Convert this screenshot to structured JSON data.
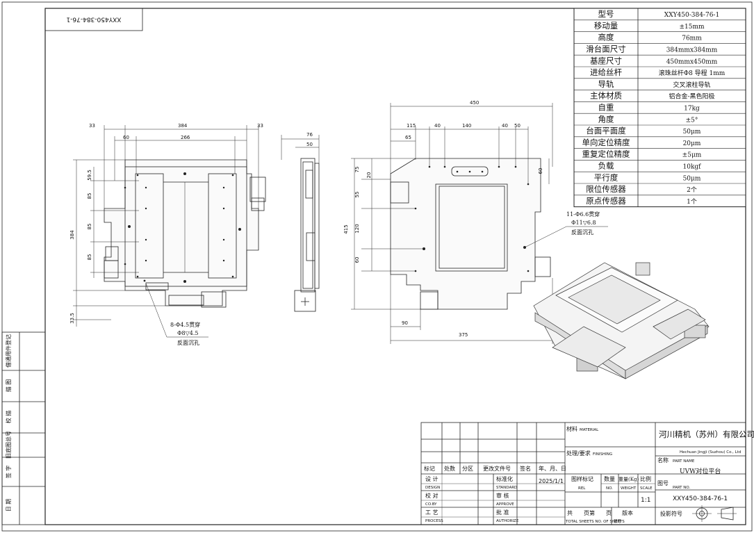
{
  "drawing_number": "XXY450-384-76-1",
  "spec_table": [
    {
      "label": "型号",
      "value": "XXY450-384-76-1"
    },
    {
      "label": "移动量",
      "value": "±15mm"
    },
    {
      "label": "高度",
      "value": "76mm"
    },
    {
      "label": "滑台面尺寸",
      "value": "384mmx384mm"
    },
    {
      "label": "基座尺寸",
      "value": "450mmx450mm"
    },
    {
      "label": "进给丝杆",
      "value": "滚珠丝杆Φ8 导程 1mm"
    },
    {
      "label": "导轨",
      "value": "交叉滚柱导轨"
    },
    {
      "label": "主体材质",
      "value": "铝合金-黑色阳极"
    },
    {
      "label": "自重",
      "value": "17kg"
    },
    {
      "label": "角度",
      "value": "±5°"
    },
    {
      "label": "台面平面度",
      "value": "50μm"
    },
    {
      "label": "单向定位精度",
      "value": "20μm"
    },
    {
      "label": "重复定位精度",
      "value": "±5μm"
    },
    {
      "label": "负载",
      "value": "10kgf"
    },
    {
      "label": "平行度",
      "value": "50μm"
    },
    {
      "label": "限位传感器",
      "value": "2个"
    },
    {
      "label": "原点传感器",
      "value": "1个"
    }
  ],
  "front_view": {
    "dims_top": [
      "33",
      "384",
      "33",
      "60",
      "266"
    ],
    "dims_left": [
      "59.5",
      "85",
      "85",
      "85",
      "384",
      "33.5"
    ],
    "hole_note_1": "8-Φ4.5贯穿",
    "hole_note_2": "Φ8▽4.5",
    "hole_note_3": "反面沉孔"
  },
  "side_view": {
    "dims": [
      "76",
      "50"
    ]
  },
  "right_view": {
    "dims_top": [
      "450",
      "115",
      "40",
      "140",
      "40",
      "50",
      "65"
    ],
    "dims_left": [
      "75",
      "20",
      "55",
      "120",
      "60",
      "415"
    ],
    "dims_right": [
      "60"
    ],
    "dims_bottom": [
      "90",
      "375"
    ],
    "hole_note_1": "11-Φ6.6贯穿",
    "hole_note_2": "Φ11▽6.8",
    "hole_note_3": "反面沉孔"
  },
  "side_column": [
    "借通用件登记",
    "描 图",
    "校 描",
    "旧底图总号",
    "签 字",
    "日 期"
  ],
  "title_block": {
    "company_cn": "河川精机（苏州）有限公司",
    "company_en": "Hechuan Jingji (Suzhou) Co., Ltd",
    "material_cn": "材料",
    "material_en": "MATERIAL",
    "finish_cn": "处理/要求",
    "finish_en": "FINISHING",
    "name_cn": "名称",
    "name_en": "PART NAME",
    "part_name": "UVW对位平台",
    "partno_cn": "图号",
    "partno_en": "PART NO.",
    "part_no": "XXY450-384-76-1",
    "scale_label_cn": "比例",
    "scale_label_en": "SCALE",
    "scale": "1:1",
    "rev_headers": [
      "标记",
      "处数",
      "分区",
      "更改文件号",
      "签名",
      "年、月、日"
    ],
    "design_cn": "设 计",
    "design_en": "DESIGN",
    "std_cn": "标准化",
    "std_en": "STANDARD",
    "date": "2025/1/1",
    "check_cn": "校 对",
    "check_en": "CO.BY",
    "review_cn": "审 核",
    "review_en": "APPROVE",
    "process_cn": "工 艺",
    "process_en": "PROCESS",
    "approve_cn": "批 准",
    "approve_en": "AUTHORIZE",
    "mark_cn": "图样标记",
    "mark_en": "REL",
    "qty_cn": "数量",
    "qty_en": "NO.",
    "weight_cn": "重量(Kg)",
    "weight_en": "WEIGHT",
    "sheets_cn": "共　　页第　　页",
    "sheets_en": "TOTAL SHEETS NO. OF SHEETS",
    "version_cn": "版本",
    "version_en": "版号",
    "projection_cn": "投影符号"
  }
}
